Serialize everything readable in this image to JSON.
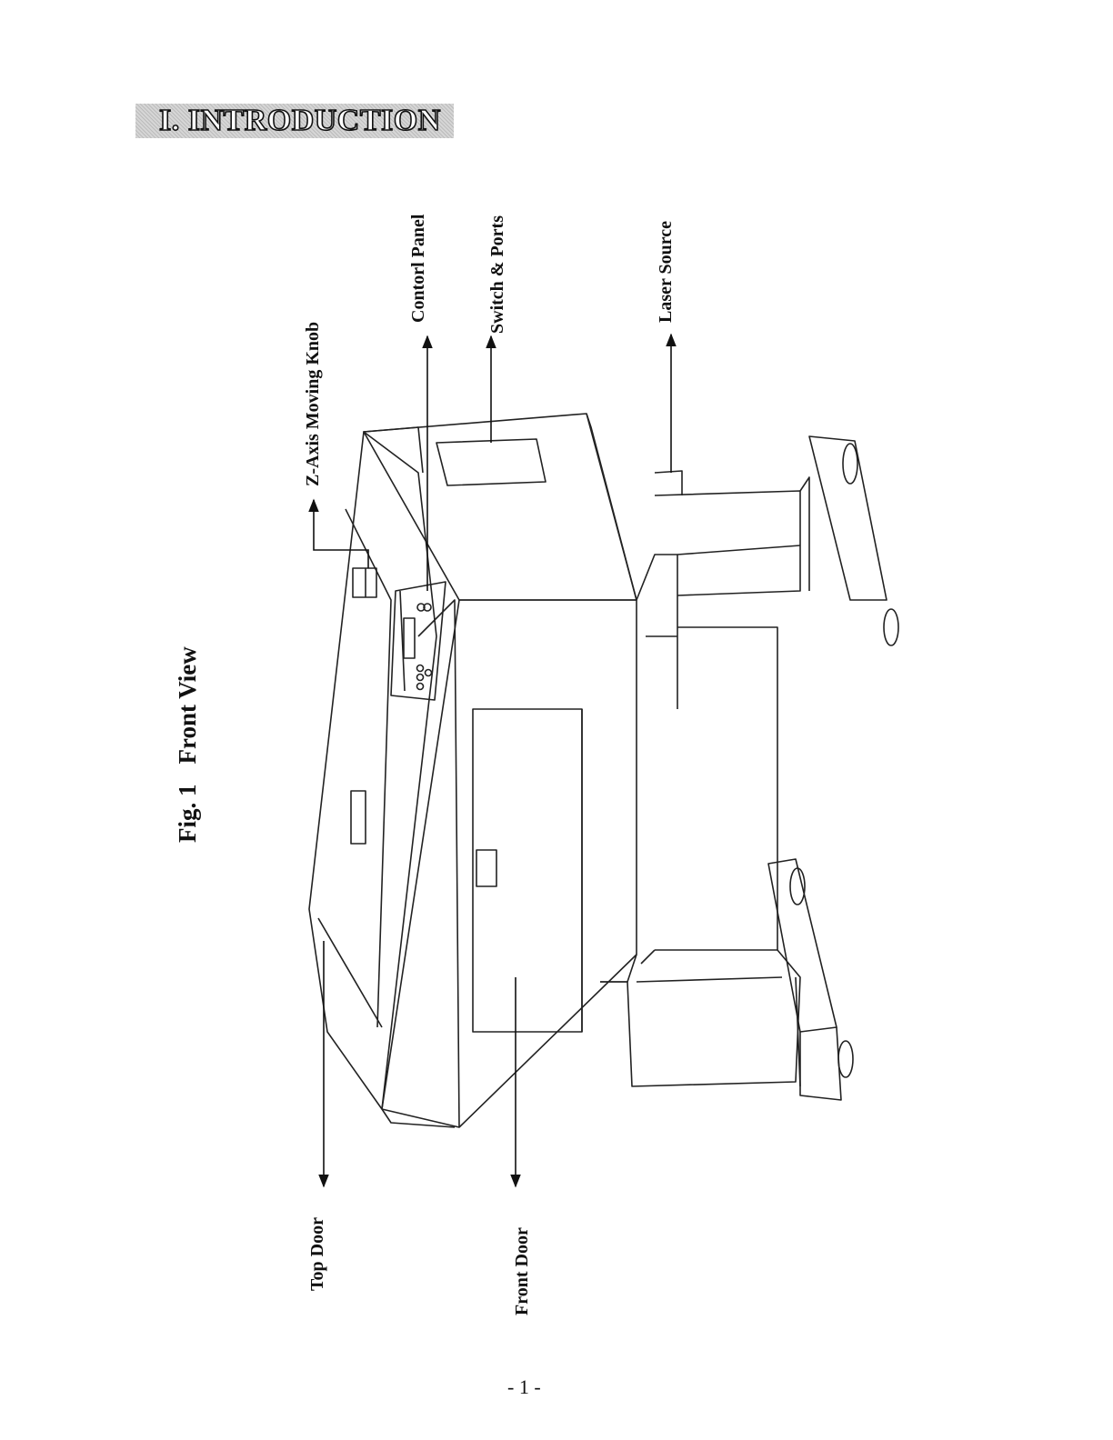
{
  "heading": "I. INTRODUCTION",
  "figure": {
    "number": "Fig. 1",
    "title": "Front View"
  },
  "callouts": {
    "z_axis_knob": "Z-Axis Moving Knob",
    "control_panel": "Contorl Panel",
    "switch_ports": "Switch & Ports",
    "laser_source": "Laser Source",
    "top_door": "Top Door",
    "front_door": "Front Door"
  },
  "page_number": "- 1 -"
}
